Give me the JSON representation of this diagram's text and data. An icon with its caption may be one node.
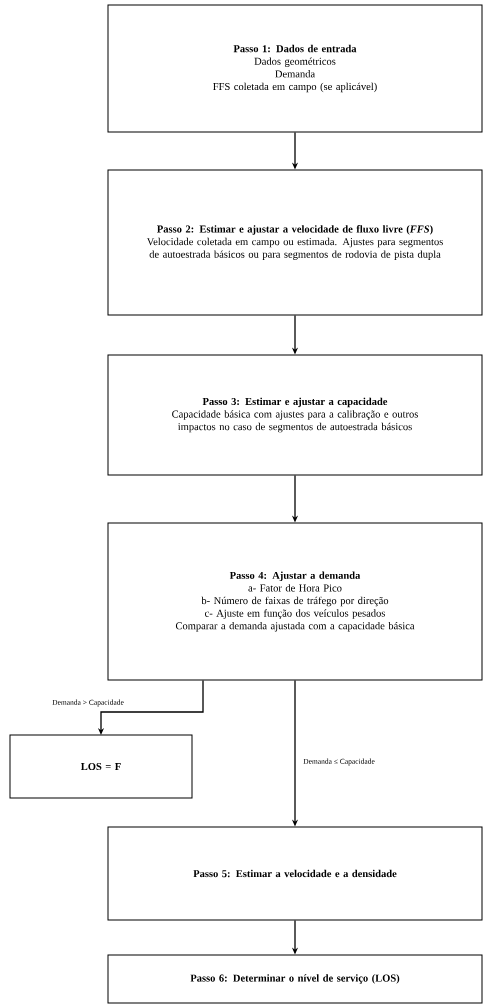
{
  "diagram": {
    "nodes": [
      {
        "text": [
          "Passo 1: Dados de entrada",
          "Dados geométricos",
          "Demanda",
          "FFS coletada em campo (se aplicável)"
        ]
      },
      {
        "text": [
          "Passo 2: Estimar e ajustar a velocidade de fluxo livre (*FFS*)",
          "Velocidade coletada em campo ou estimada. Ajustes para segmentos de autoestrada básicos ou para segmentos de rodovia de pista dupla"
        ]
      },
      {
        "text": [
          "Passo 3: Estimar e ajustar a capacidade",
          "Capacidade básica com  ajustes para a calibração e outros impactos no caso de segmentos de autoestrada básicos"
        ]
      },
      {
        "text": [
          "Passo 4: Ajustar a demanda",
          "a- Fator de Hora Pico",
          "b- Número de faixas de tráfego por direção",
          "c- Ajuste em função dos veículos pesados",
          "Comparar a demanda ajustada com a capacidade básica"
        ]
      },
      {
        "text": [
          "LOS = F"
        ]
      },
      {
        "text": [
          "Passo 5: Estimar a velocidade e a densidade"
        ]
      },
      {
        "text": [
          "Passo 6: Determinar o nível de serviço (LOS)"
        ]
      }
    ],
    "edges": [
      {
        "from": 0,
        "to": 1,
        "arrow": "to"
      },
      {
        "from": 1,
        "to": 2,
        "arrow": "to"
      },
      {
        "from": 2,
        "to": 3,
        "arrow": "to"
      },
      {
        "from": 3,
        "to": 4,
        "arrow": "to",
        "label": "Demanda > Capacidade"
      },
      {
        "from": 3,
        "to": 5,
        "arrow": "to",
        "label": "Demanda ≤ Capacidade"
      },
      {
        "from": 5,
        "to": 6,
        "arrow": "to"
      }
    ]
  }
}
